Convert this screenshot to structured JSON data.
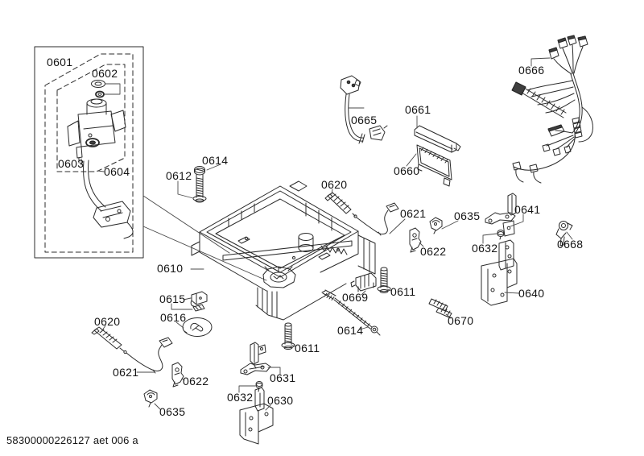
{
  "diagram": {
    "footer_code": "58300000226127 aet 006 a",
    "colors": {
      "line": "#2b2b2b",
      "label": "#141414",
      "background": "#ffffff"
    }
  },
  "labels": [
    {
      "text": "0601"
    },
    {
      "text": "0602"
    },
    {
      "text": "0603"
    },
    {
      "text": "0604"
    },
    {
      "text": "0612"
    },
    {
      "text": "0614"
    },
    {
      "text": "0610"
    },
    {
      "text": "0615"
    },
    {
      "text": "0616"
    },
    {
      "text": "0620"
    },
    {
      "text": "0621"
    },
    {
      "text": "0622"
    },
    {
      "text": "0635"
    },
    {
      "text": "0632"
    },
    {
      "text": "0630"
    },
    {
      "text": "0631"
    },
    {
      "text": "0611"
    },
    {
      "text": "0614"
    },
    {
      "text": "0669"
    },
    {
      "text": "0611"
    },
    {
      "text": "0670"
    },
    {
      "text": "0620"
    },
    {
      "text": "0621"
    },
    {
      "text": "0622"
    },
    {
      "text": "0635"
    },
    {
      "text": "0632"
    },
    {
      "text": "0641"
    },
    {
      "text": "0668"
    },
    {
      "text": "0640"
    },
    {
      "text": "0660"
    },
    {
      "text": "0661"
    },
    {
      "text": "0665"
    },
    {
      "text": "0666"
    }
  ]
}
